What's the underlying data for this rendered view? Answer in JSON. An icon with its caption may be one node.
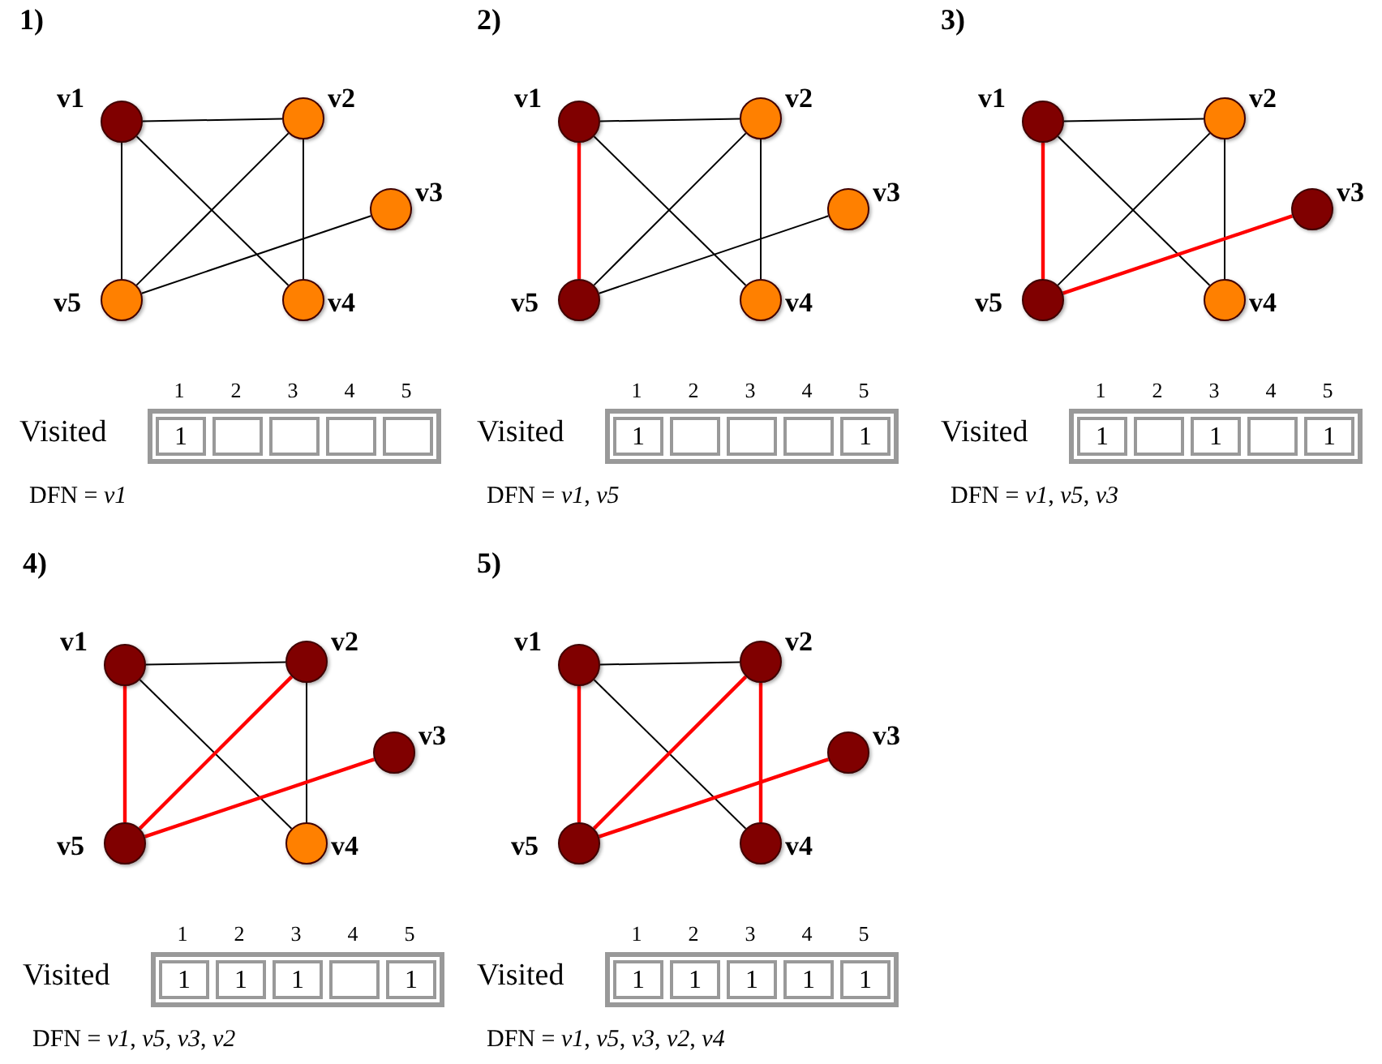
{
  "diagram": {
    "nodes": [
      {
        "text": [],
        "shape": "circle",
        "beside": [
          "v1"
        ]
      },
      {
        "text": [],
        "shape": "circle",
        "beside": [
          "v2"
        ]
      },
      {
        "text": [],
        "shape": "circle",
        "beside": [
          "v3"
        ]
      },
      {
        "text": [],
        "shape": "circle",
        "beside": [
          "v5"
        ]
      },
      {
        "text": [],
        "shape": "circle",
        "beside": [
          "v4"
        ]
      },
      {
        "text": [],
        "shape": "circle",
        "beside": [
          "v1"
        ]
      },
      {
        "text": [],
        "shape": "circle",
        "beside": [
          "v2"
        ]
      },
      {
        "text": [],
        "shape": "circle",
        "beside": [
          "v3"
        ]
      },
      {
        "text": [],
        "shape": "circle",
        "beside": [
          "v5"
        ]
      },
      {
        "text": [],
        "shape": "circle",
        "beside": [
          "v4"
        ]
      },
      {
        "text": [],
        "shape": "circle",
        "beside": [
          "v1"
        ]
      },
      {
        "text": [],
        "shape": "circle",
        "beside": [
          "v2"
        ]
      },
      {
        "text": [],
        "shape": "circle",
        "beside": [
          "v3"
        ]
      },
      {
        "text": [],
        "shape": "circle",
        "beside": [
          "v5"
        ]
      },
      {
        "text": [],
        "shape": "circle",
        "beside": [
          "v4"
        ]
      },
      {
        "text": [],
        "shape": "circle",
        "beside": [
          "v1"
        ]
      },
      {
        "text": [],
        "shape": "circle",
        "beside": [
          "v2"
        ]
      },
      {
        "text": [],
        "shape": "circle",
        "beside": [
          "v3"
        ]
      },
      {
        "text": [],
        "shape": "circle",
        "beside": [
          "v5"
        ]
      },
      {
        "text": [],
        "shape": "circle",
        "beside": [
          "v4"
        ]
      },
      {
        "text": [],
        "shape": "circle",
        "beside": [
          "v1"
        ]
      },
      {
        "text": [],
        "shape": "circle",
        "beside": [
          "v2"
        ]
      },
      {
        "text": [],
        "shape": "circle",
        "beside": [
          "v3"
        ]
      },
      {
        "text": [],
        "shape": "circle",
        "beside": [
          "v5"
        ]
      },
      {
        "text": [],
        "shape": "circle",
        "beside": [
          "v4"
        ]
      }
    ],
    "edges": [
      {
        "from": 0,
        "to": 1,
        "arrow": "none"
      },
      {
        "from": 0,
        "to": 3,
        "arrow": "none"
      },
      {
        "from": 0,
        "to": 4,
        "arrow": "none"
      },
      {
        "from": 1,
        "to": 3,
        "arrow": "none"
      },
      {
        "from": 1,
        "to": 4,
        "arrow": "none"
      },
      {
        "from": 3,
        "to": 2,
        "arrow": "none"
      },
      {
        "from": 5,
        "to": 6,
        "arrow": "none"
      },
      {
        "from": 5,
        "to": 8,
        "arrow": "none",
        "color": "#ff0000"
      },
      {
        "from": 5,
        "to": 9,
        "arrow": "none"
      },
      {
        "from": 6,
        "to": 8,
        "arrow": "none"
      },
      {
        "from": 6,
        "to": 9,
        "arrow": "none"
      },
      {
        "from": 8,
        "to": 7,
        "arrow": "none"
      },
      {
        "from": 10,
        "to": 11,
        "arrow": "none"
      },
      {
        "from": 10,
        "to": 13,
        "arrow": "none",
        "color": "#ff0000"
      },
      {
        "from": 10,
        "to": 14,
        "arrow": "none"
      },
      {
        "from": 11,
        "to": 13,
        "arrow": "none"
      },
      {
        "from": 11,
        "to": 14,
        "arrow": "none"
      },
      {
        "from": 13,
        "to": 12,
        "arrow": "none",
        "color": "#ff0000"
      },
      {
        "from": 15,
        "to": 16,
        "arrow": "none"
      },
      {
        "from": 15,
        "to": 18,
        "arrow": "none",
        "color": "#ff0000"
      },
      {
        "from": 15,
        "to": 19,
        "arrow": "none"
      },
      {
        "from": 16,
        "to": 18,
        "arrow": "none",
        "color": "#ff0000"
      },
      {
        "from": 16,
        "to": 19,
        "arrow": "none"
      },
      {
        "from": 18,
        "to": 17,
        "arrow": "none",
        "color": "#ff0000"
      },
      {
        "from": 20,
        "to": 21,
        "arrow": "none"
      },
      {
        "from": 20,
        "to": 23,
        "arrow": "none",
        "color": "#ff0000"
      },
      {
        "from": 20,
        "to": 24,
        "arrow": "none"
      },
      {
        "from": 21,
        "to": 23,
        "arrow": "none",
        "color": "#ff0000"
      },
      {
        "from": 21,
        "to": 24,
        "arrow": "none",
        "color": "#ff0000"
      },
      {
        "from": 23,
        "to": 22,
        "arrow": "none",
        "color": "#ff0000"
      }
    ],
    "labels": [
      "1)",
      "1",
      "2",
      "3",
      "4",
      "5",
      "Visited",
      "1",
      "DFN = *v1*",
      "2)",
      "1",
      "2",
      "3",
      "4",
      "5",
      "Visited",
      "1",
      "1",
      "DFN = *v1*, *v5*",
      "3)",
      "1",
      "2",
      "3",
      "4",
      "5",
      "Visited",
      "1",
      "1",
      "1",
      "DFN = *v1*, *v5*, *v3*",
      "4)",
      "1",
      "2",
      "3",
      "4",
      "5",
      "Visited",
      "1",
      "1",
      "1",
      "1",
      "DFN = *v1*, *v5*, *v3*, *v2*",
      "5)",
      "1",
      "2",
      "3",
      "4",
      "5",
      "Visited",
      "1",
      "1",
      "1",
      "1",
      "1",
      "DFN = *v1*, *v5*, *v3*, *v2*, *v4*"
    ]
  }
}
